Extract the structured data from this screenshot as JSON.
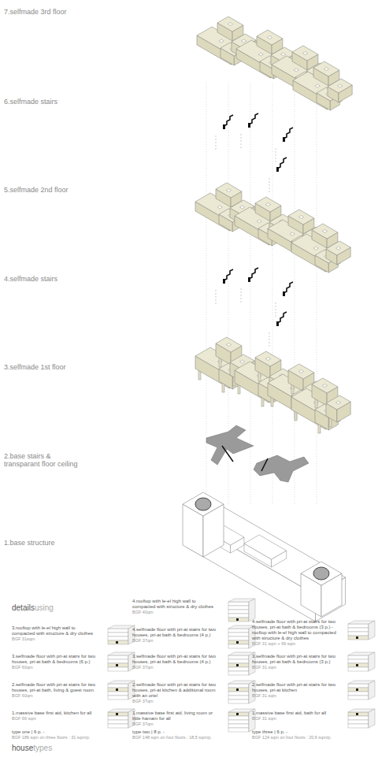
{
  "diagram": {
    "labels": [
      "7.selfmade 3rd floor",
      "6.selfmade stairs",
      "5.selfmade 2nd floor",
      "4.selfmade stairs",
      "3.selfmade 1st floor",
      "2.base stairs & transparant floor ceiling",
      "1.base structure",
      "details",
      "using",
      "4.rooftop with le-el high wall to compacted with structure & dry clothes",
      "BGF 40qm",
      "3.rooftop with le-el high wall to compacted with structure & dry clothes",
      "BGF 31sqm",
      "3.selfmade floor with pri-at stairs for two houses, pri-at bath & bedrooms (6 p.)",
      "BGF 60qm",
      "2.selfmade floor with pri-at stairs for two houses, pri-at bath, living & guest room",
      "BGF 60qm",
      "1.massive base first aid, kitchen for all",
      "BGF 66 sqm",
      "4.selfmade floor with pri-at stairs for two houses, pri-at bath & bedrooms (4 p.)",
      "BGF 37qm",
      "3.selfmade floor with pri-at stairs for two houses, pri-at bath & bedrooms (4 p.)",
      "BGF 37qm",
      "2.selfmade floor with pri-at stairs for two houses, pri-at kitchen & additional room with an oriel",
      "BGF 37qm",
      "1.massive base first aid, living room or little hamam for all",
      "BGF 37qm",
      "4.selfmade floor with pri-at stairs for two houses, pri-at bath & bedrooms (3 p.) - rooftop with le-el high wall to compacted with structure & dry clothes",
      "BGF 31 sqm + 66 sqm",
      "3.selfmade floor with pri-at stairs for two houses, pri-at bath & bedrooms (3 p.)",
      "BGF 31 sqm",
      "2.selfmade floor with pri-at stairs for two houses, pri-at kitchen",
      "BGF 31 sqm",
      "1.massive base first aid, bath for all",
      "BGF 31 sqm",
      "type one | 6 p. -",
      "BGF 186 sqm on three floors : 31 sqm/p.",
      "type two | 8 p. -",
      "BGF 148 sqm on four floors : 18,5 sqm/p.",
      "type three | 6 p. -",
      "BGF 124 sqm on four floors : 20,6 sqm/p.",
      "house",
      "types"
    ]
  }
}
